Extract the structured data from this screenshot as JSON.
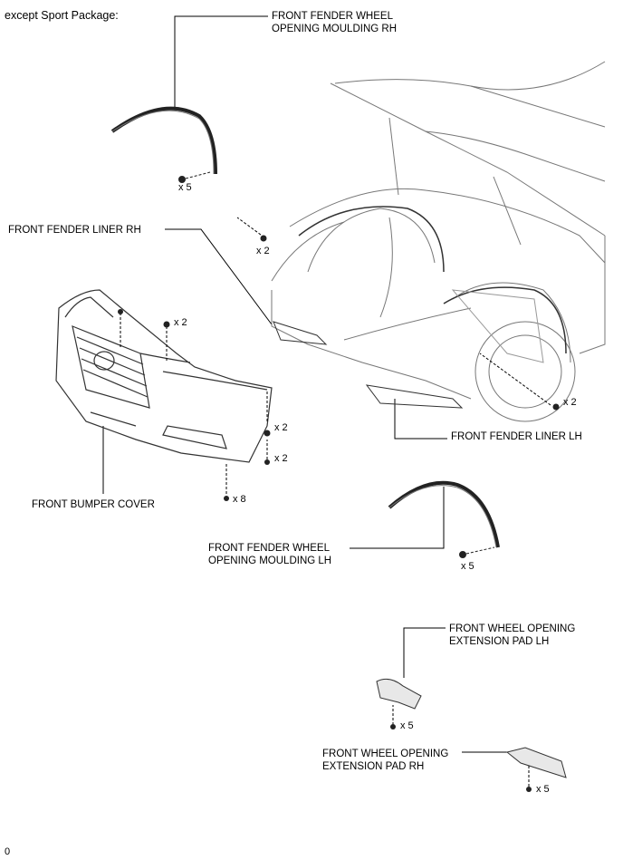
{
  "header": {
    "variant_note": "except Sport Package:"
  },
  "parts": {
    "moulding_rh": {
      "line1": "FRONT FENDER WHEEL",
      "line2": "OPENING MOULDING RH",
      "qty": "x 5"
    },
    "liner_rh": {
      "label": "FRONT FENDER LINER RH",
      "qty": "x 2"
    },
    "bumper_cover": {
      "label": "FRONT BUMPER COVER",
      "qty_top": "x 2",
      "qty_side_1": "x 2",
      "qty_side_2": "x 2",
      "qty_bottom": "x 8"
    },
    "liner_lh": {
      "label": "FRONT FENDER LINER LH",
      "qty": "x 2"
    },
    "moulding_lh": {
      "line1": "FRONT FENDER WHEEL",
      "line2": "OPENING MOULDING LH",
      "qty": "x 5"
    },
    "pad_lh": {
      "line1": "FRONT WHEEL OPENING",
      "line2": "EXTENSION PAD LH",
      "qty": "x 5"
    },
    "pad_rh": {
      "line1": "FRONT WHEEL OPENING",
      "line2": "EXTENSION PAD RH",
      "qty": "x 5"
    }
  },
  "footer": {
    "figure_code": "0"
  },
  "colors": {
    "line": "#000000",
    "art": "#555555",
    "light": "#9a9a9a"
  }
}
